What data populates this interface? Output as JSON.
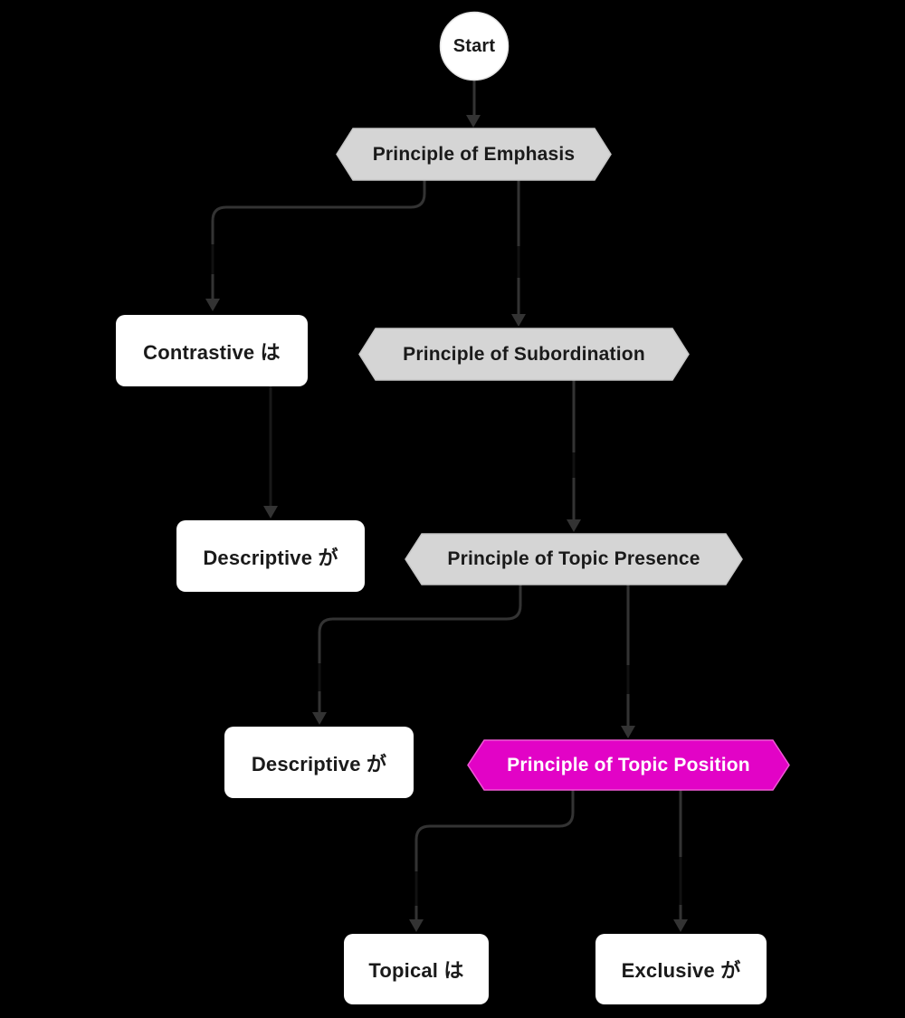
{
  "diagram": {
    "type": "flowchart",
    "direction": "top-down",
    "background_color": "#000000",
    "edge_color": "#333333",
    "faint_edge_color": "#181818",
    "accent_color": "#e203c6",
    "node_fill_gray": "#d5d5d5",
    "node_fill_white": "#ffffff",
    "nodes": [
      {
        "id": "start",
        "label": "Start",
        "shape": "circle",
        "fill": "#ffffff",
        "text_color": "#1a1a1a"
      },
      {
        "id": "emphasis",
        "label": "Principle of Emphasis",
        "shape": "hexagon",
        "fill": "#d5d5d5",
        "text_color": "#1a1a1a"
      },
      {
        "id": "contrastive",
        "label": "Contrastive は",
        "shape": "rounded-rect",
        "fill": "#ffffff",
        "text_color": "#1a1a1a"
      },
      {
        "id": "subordination",
        "label": "Principle of Subordination",
        "shape": "hexagon",
        "fill": "#d5d5d5",
        "text_color": "#1a1a1a"
      },
      {
        "id": "descriptive1",
        "label": "Descriptive が",
        "shape": "rounded-rect",
        "fill": "#ffffff",
        "text_color": "#1a1a1a"
      },
      {
        "id": "presence",
        "label": "Principle of Topic Presence",
        "shape": "hexagon",
        "fill": "#d5d5d5",
        "text_color": "#1a1a1a"
      },
      {
        "id": "descriptive2",
        "label": "Descriptive が",
        "shape": "rounded-rect",
        "fill": "#ffffff",
        "text_color": "#1a1a1a"
      },
      {
        "id": "position",
        "label": "Principle of Topic Position",
        "shape": "hexagon",
        "fill": "#e203c6",
        "text_color": "#ffffff"
      },
      {
        "id": "topical",
        "label": "Topical は",
        "shape": "rounded-rect",
        "fill": "#ffffff",
        "text_color": "#1a1a1a"
      },
      {
        "id": "exclusive",
        "label": "Exclusive が",
        "shape": "rounded-rect",
        "fill": "#ffffff",
        "text_color": "#1a1a1a"
      }
    ],
    "edges": [
      {
        "from": "Start",
        "to": "Principle of Emphasis"
      },
      {
        "from": "Principle of Emphasis",
        "to": "Contrastive は"
      },
      {
        "from": "Principle of Emphasis",
        "to": "Principle of Subordination"
      },
      {
        "from": "Contrastive は",
        "to": "Descriptive が"
      },
      {
        "from": "Principle of Subordination",
        "to": "Principle of Topic Presence"
      },
      {
        "from": "Principle of Topic Presence",
        "to": "Descriptive が"
      },
      {
        "from": "Principle of Topic Presence",
        "to": "Principle of Topic Position"
      },
      {
        "from": "Principle of Topic Position",
        "to": "Topical は"
      },
      {
        "from": "Principle of Topic Position",
        "to": "Exclusive が"
      }
    ]
  }
}
